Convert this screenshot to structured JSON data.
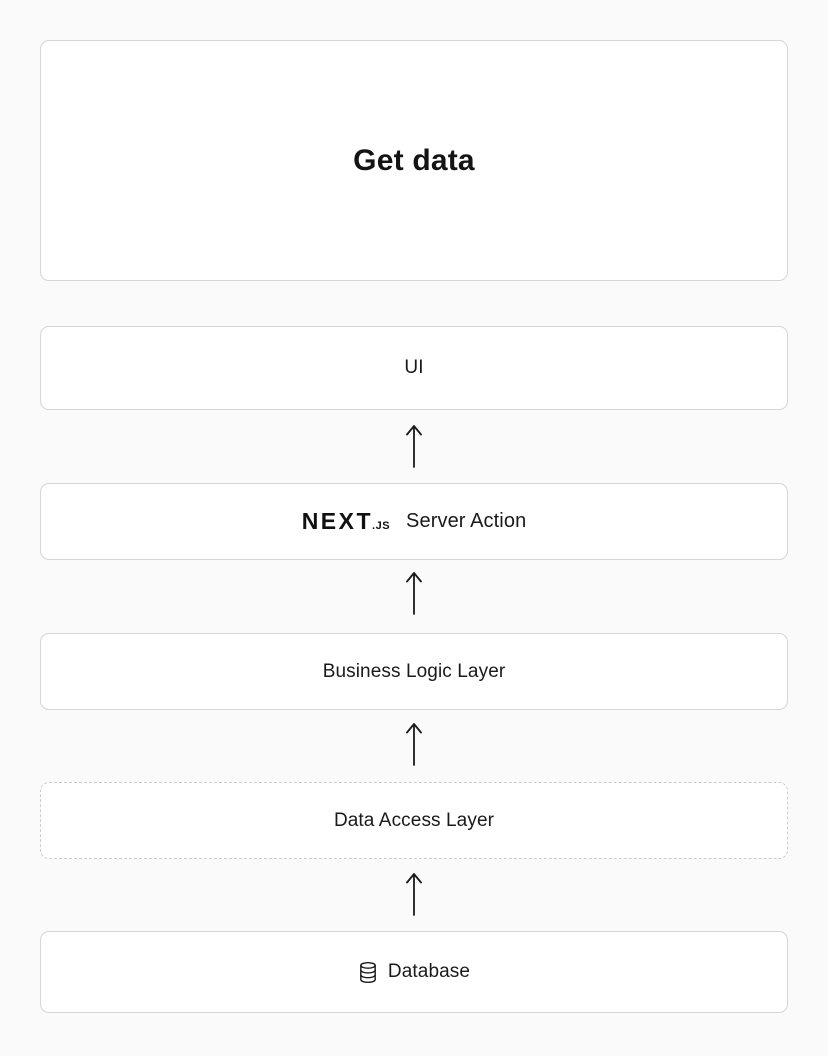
{
  "theme": {
    "page_background": "#fafafa",
    "card_background": "#ffffff",
    "border_color": "#d6d6d6",
    "dashed_border_color": "#cccccc",
    "text_color": "#171717",
    "arrow_color": "#1a1a1a"
  },
  "diagram": {
    "header_box": {
      "label": "Get data"
    },
    "layers": [
      {
        "label": "UI",
        "border_style": "solid"
      },
      {
        "logo_wordmark": "NEXT",
        "logo_suffix": ".JS",
        "label": "Server Action",
        "border_style": "solid"
      },
      {
        "label": "Business Logic Layer",
        "border_style": "solid"
      },
      {
        "label": "Data Access Layer",
        "border_style": "dashed"
      },
      {
        "label": "Database",
        "icon": "database-icon",
        "border_style": "solid"
      }
    ],
    "flow": {
      "arrow_direction": "up",
      "arrow_count": 4
    }
  }
}
